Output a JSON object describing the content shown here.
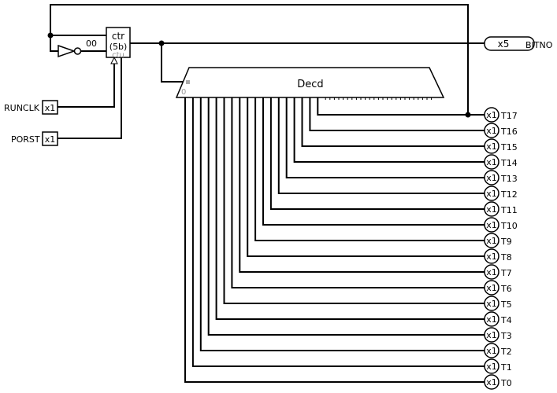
{
  "inputs": [
    {
      "name": "RUNCLK",
      "width": "x1"
    },
    {
      "name": "PORST",
      "width": "x1"
    }
  ],
  "counter": {
    "title": "ctr",
    "size": "(5b)",
    "output_value": "00",
    "bottom_label": "ctu"
  },
  "bitno_output": {
    "name": "BITNO",
    "width": "x5"
  },
  "decoder": {
    "label": "Decd",
    "select_index": "0"
  },
  "outputs": [
    {
      "name": "T17",
      "width": "x1"
    },
    {
      "name": "T16",
      "width": "x1"
    },
    {
      "name": "T15",
      "width": "x1"
    },
    {
      "name": "T14",
      "width": "x1"
    },
    {
      "name": "T13",
      "width": "x1"
    },
    {
      "name": "T12",
      "width": "x1"
    },
    {
      "name": "T11",
      "width": "x1"
    },
    {
      "name": "T10",
      "width": "x1"
    },
    {
      "name": "T9",
      "width": "x1"
    },
    {
      "name": "T8",
      "width": "x1"
    },
    {
      "name": "T7",
      "width": "x1"
    },
    {
      "name": "T6",
      "width": "x1"
    },
    {
      "name": "T5",
      "width": "x1"
    },
    {
      "name": "T4",
      "width": "x1"
    },
    {
      "name": "T3",
      "width": "x1"
    },
    {
      "name": "T2",
      "width": "x1"
    },
    {
      "name": "T1",
      "width": "x1"
    },
    {
      "name": "T0",
      "width": "x1"
    }
  ]
}
